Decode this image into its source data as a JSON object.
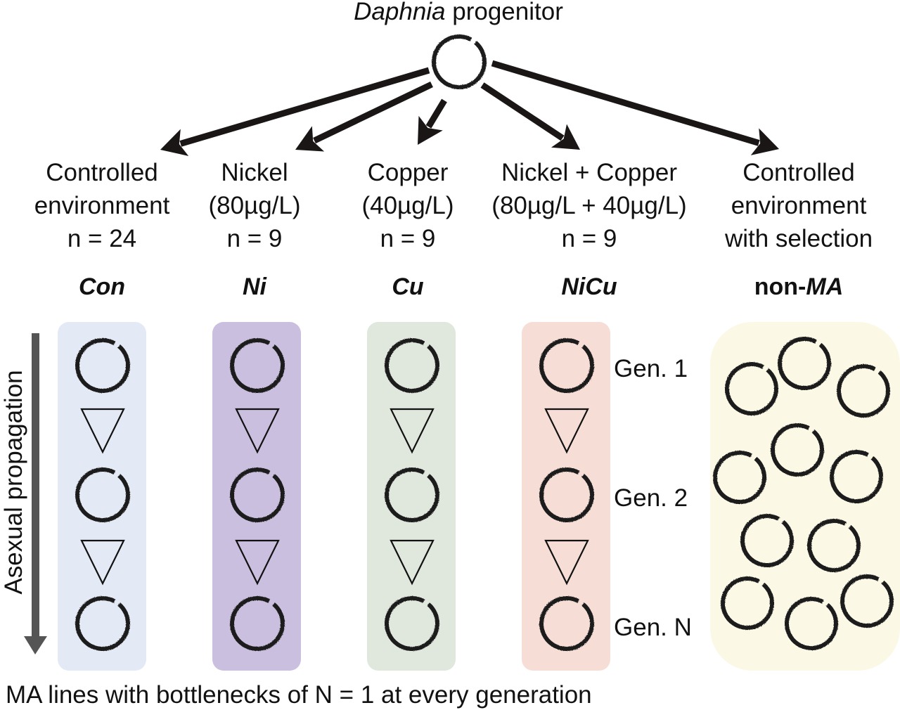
{
  "title": {
    "italic": "Daphnia",
    "rest": " progenitor"
  },
  "treatments": [
    {
      "id": "con",
      "lines": [
        "Controlled",
        "environment",
        "n = 24"
      ],
      "code": "Con",
      "color": "#e3e9f5",
      "type": "ma"
    },
    {
      "id": "ni",
      "lines": [
        "Nickel",
        "(80µg/L)",
        "n = 9"
      ],
      "code": "Ni",
      "color": "#cbbfdf",
      "type": "ma"
    },
    {
      "id": "cu",
      "lines": [
        "Copper",
        "(40µg/L)",
        "n = 9"
      ],
      "code": "Cu",
      "color": "#e0e8dd",
      "type": "ma"
    },
    {
      "id": "nicu",
      "lines": [
        "Nickel + Copper",
        "(80µg/L + 40µg/L)",
        "n = 9"
      ],
      "code": "NiCu",
      "color": "#f6ded6",
      "type": "ma"
    },
    {
      "id": "nonma",
      "lines": [
        "Controlled",
        "environment",
        "with selection"
      ],
      "code_prefix": "non-",
      "code": "MA",
      "color": "#fbf9e6",
      "type": "population"
    }
  ],
  "generations": [
    "Gen. 1",
    "Gen. 2",
    "Gen. N"
  ],
  "side_axis": {
    "label": "Asexual propagation",
    "icon": "down-arrow-icon"
  },
  "footer": "MA lines with bottlenecks of N = 1 at every generation",
  "icons": {
    "individual": "daphnia-circle-icon",
    "bottleneck": "bottleneck-triangle-icon"
  }
}
